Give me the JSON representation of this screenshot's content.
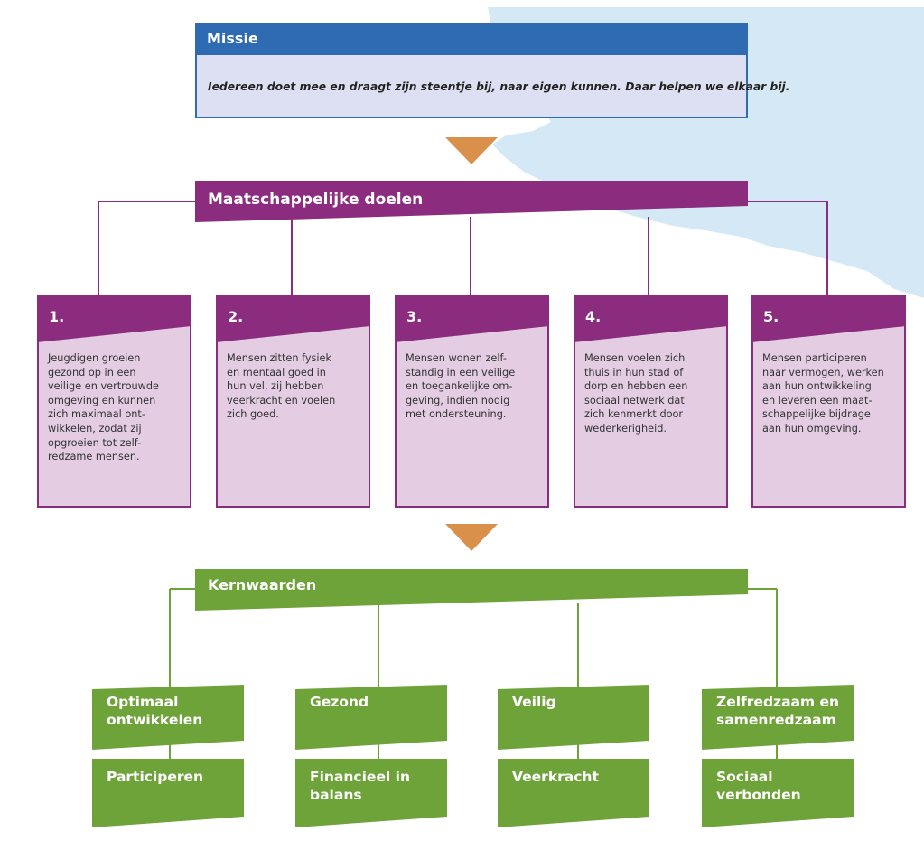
{
  "colors": {
    "missie": "#2f6bb3",
    "missie_bg": "#dde0f2",
    "goals": "#8b2c7f",
    "goals_bg": "#e4cde3",
    "values": "#6ea33a",
    "arrow": "#d9904a",
    "map": "#d5e8f6"
  },
  "missie": {
    "title": "Missie",
    "text": "Iedereen doet mee en draagt zijn steentje bij, naar eigen kunnen. Daar helpen we elkaar bij."
  },
  "goals": {
    "title": "Maatschappelijke doelen",
    "items": [
      {
        "number": "1.",
        "text": "Jeugdigen groeien\ngezond op in een\nveilige en vertrouwde\nomgeving en kunnen\nzich maximaal ont-\nwikkelen, zodat zij\nopgroeien tot zelf-\nredzame mensen."
      },
      {
        "number": "2.",
        "text": "Mensen zitten fysiek\nen mentaal goed in\nhun vel, zij hebben\nveerkracht en voelen\nzich goed."
      },
      {
        "number": "3.",
        "text": "Mensen wonen zelf-\nstandig in een veilige\nen toegankelijke om-\ngeving, indien nodig\nmet ondersteuning."
      },
      {
        "number": "4.",
        "text": "Mensen voelen zich\nthuis in hun stad of\ndorp en hebben een\nsociaal netwerk dat\nzich kenmerkt door\nwederkerigheid."
      },
      {
        "number": "5.",
        "text": "Mensen participeren\nnaar vermogen, werken\naan hun ontwikkeling\nen leveren een maat-\nschappelijke bijdrage\naan hun omgeving."
      }
    ]
  },
  "values": {
    "title": "Kernwaarden",
    "columns": [
      {
        "top": "Optimaal\nontwikkelen",
        "bottom": "Participeren"
      },
      {
        "top": "Gezond",
        "bottom": "Financieel in\nbalans"
      },
      {
        "top": "Veilig",
        "bottom": "Veerkracht"
      },
      {
        "top": "Zelfredzaam en\nsamenredzaam",
        "bottom": "Sociaal\nverbonden"
      }
    ]
  }
}
